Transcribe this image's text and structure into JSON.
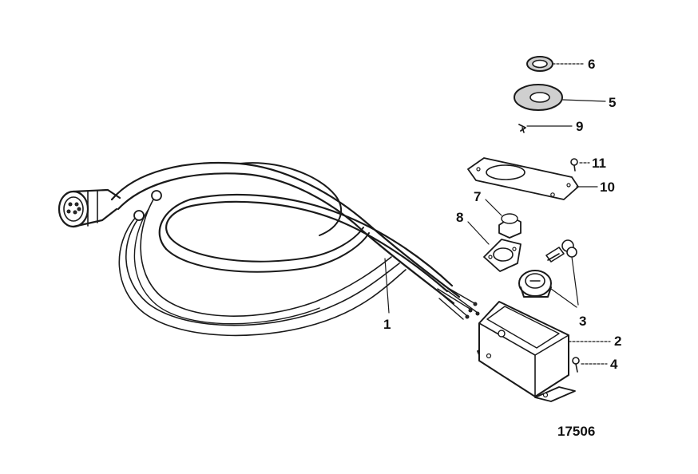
{
  "figure": {
    "number": "17506"
  },
  "callouts": [
    {
      "id": "callout-1",
      "label": "1"
    },
    {
      "id": "callout-2",
      "label": "2"
    },
    {
      "id": "callout-3",
      "label": "3"
    },
    {
      "id": "callout-4",
      "label": "4"
    },
    {
      "id": "callout-5",
      "label": "5"
    },
    {
      "id": "callout-6",
      "label": "6"
    },
    {
      "id": "callout-7",
      "label": "7"
    },
    {
      "id": "callout-8",
      "label": "8"
    },
    {
      "id": "callout-9",
      "label": "9"
    },
    {
      "id": "callout-10",
      "label": "10"
    },
    {
      "id": "callout-11",
      "label": "11"
    }
  ],
  "colors": {
    "line": "#1a1a1a",
    "background": "#ffffff"
  }
}
